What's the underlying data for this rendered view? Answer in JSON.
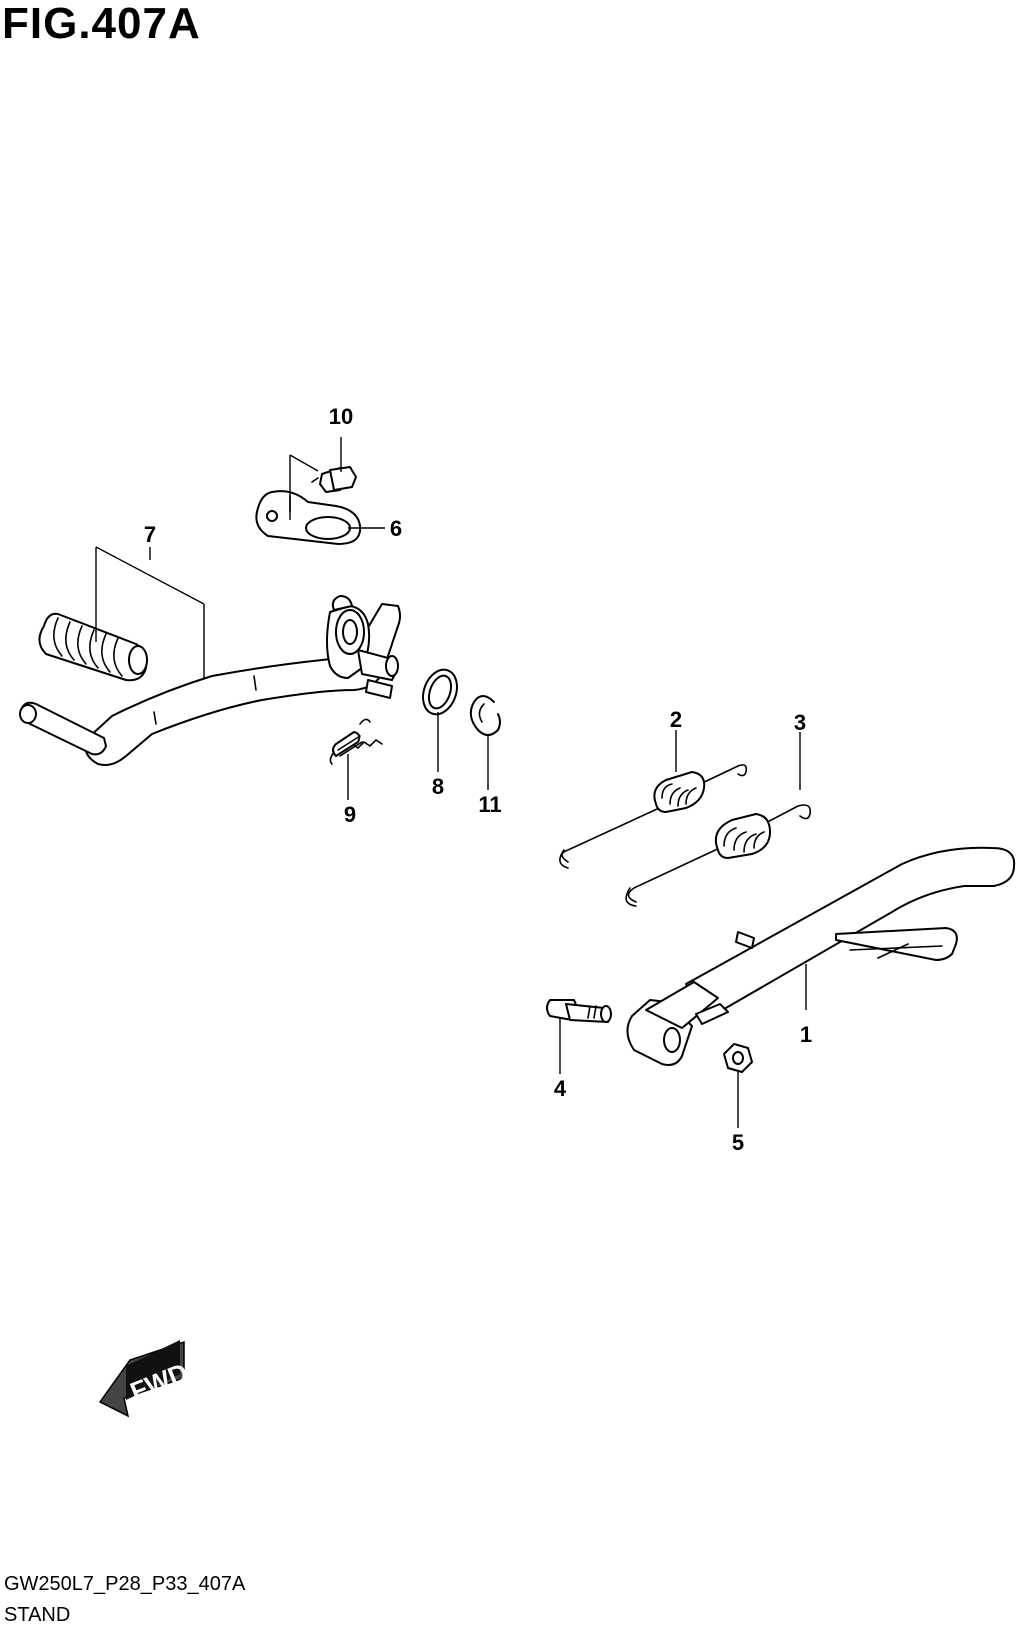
{
  "figure": {
    "title": "FIG.407A",
    "code": "GW250L7_P28_P33_407A",
    "name": "STAND"
  },
  "callouts": [
    {
      "id": "1",
      "label": "1"
    },
    {
      "id": "2",
      "label": "2"
    },
    {
      "id": "3",
      "label": "3"
    },
    {
      "id": "4",
      "label": "4"
    },
    {
      "id": "5",
      "label": "5"
    },
    {
      "id": "6",
      "label": "6"
    },
    {
      "id": "7",
      "label": "7"
    },
    {
      "id": "8",
      "label": "8"
    },
    {
      "id": "9",
      "label": "9"
    },
    {
      "id": "10",
      "label": "10"
    },
    {
      "id": "11",
      "label": "11"
    }
  ],
  "direction_badge": {
    "label": "FWD",
    "icon": "forward-arrow-icon"
  }
}
